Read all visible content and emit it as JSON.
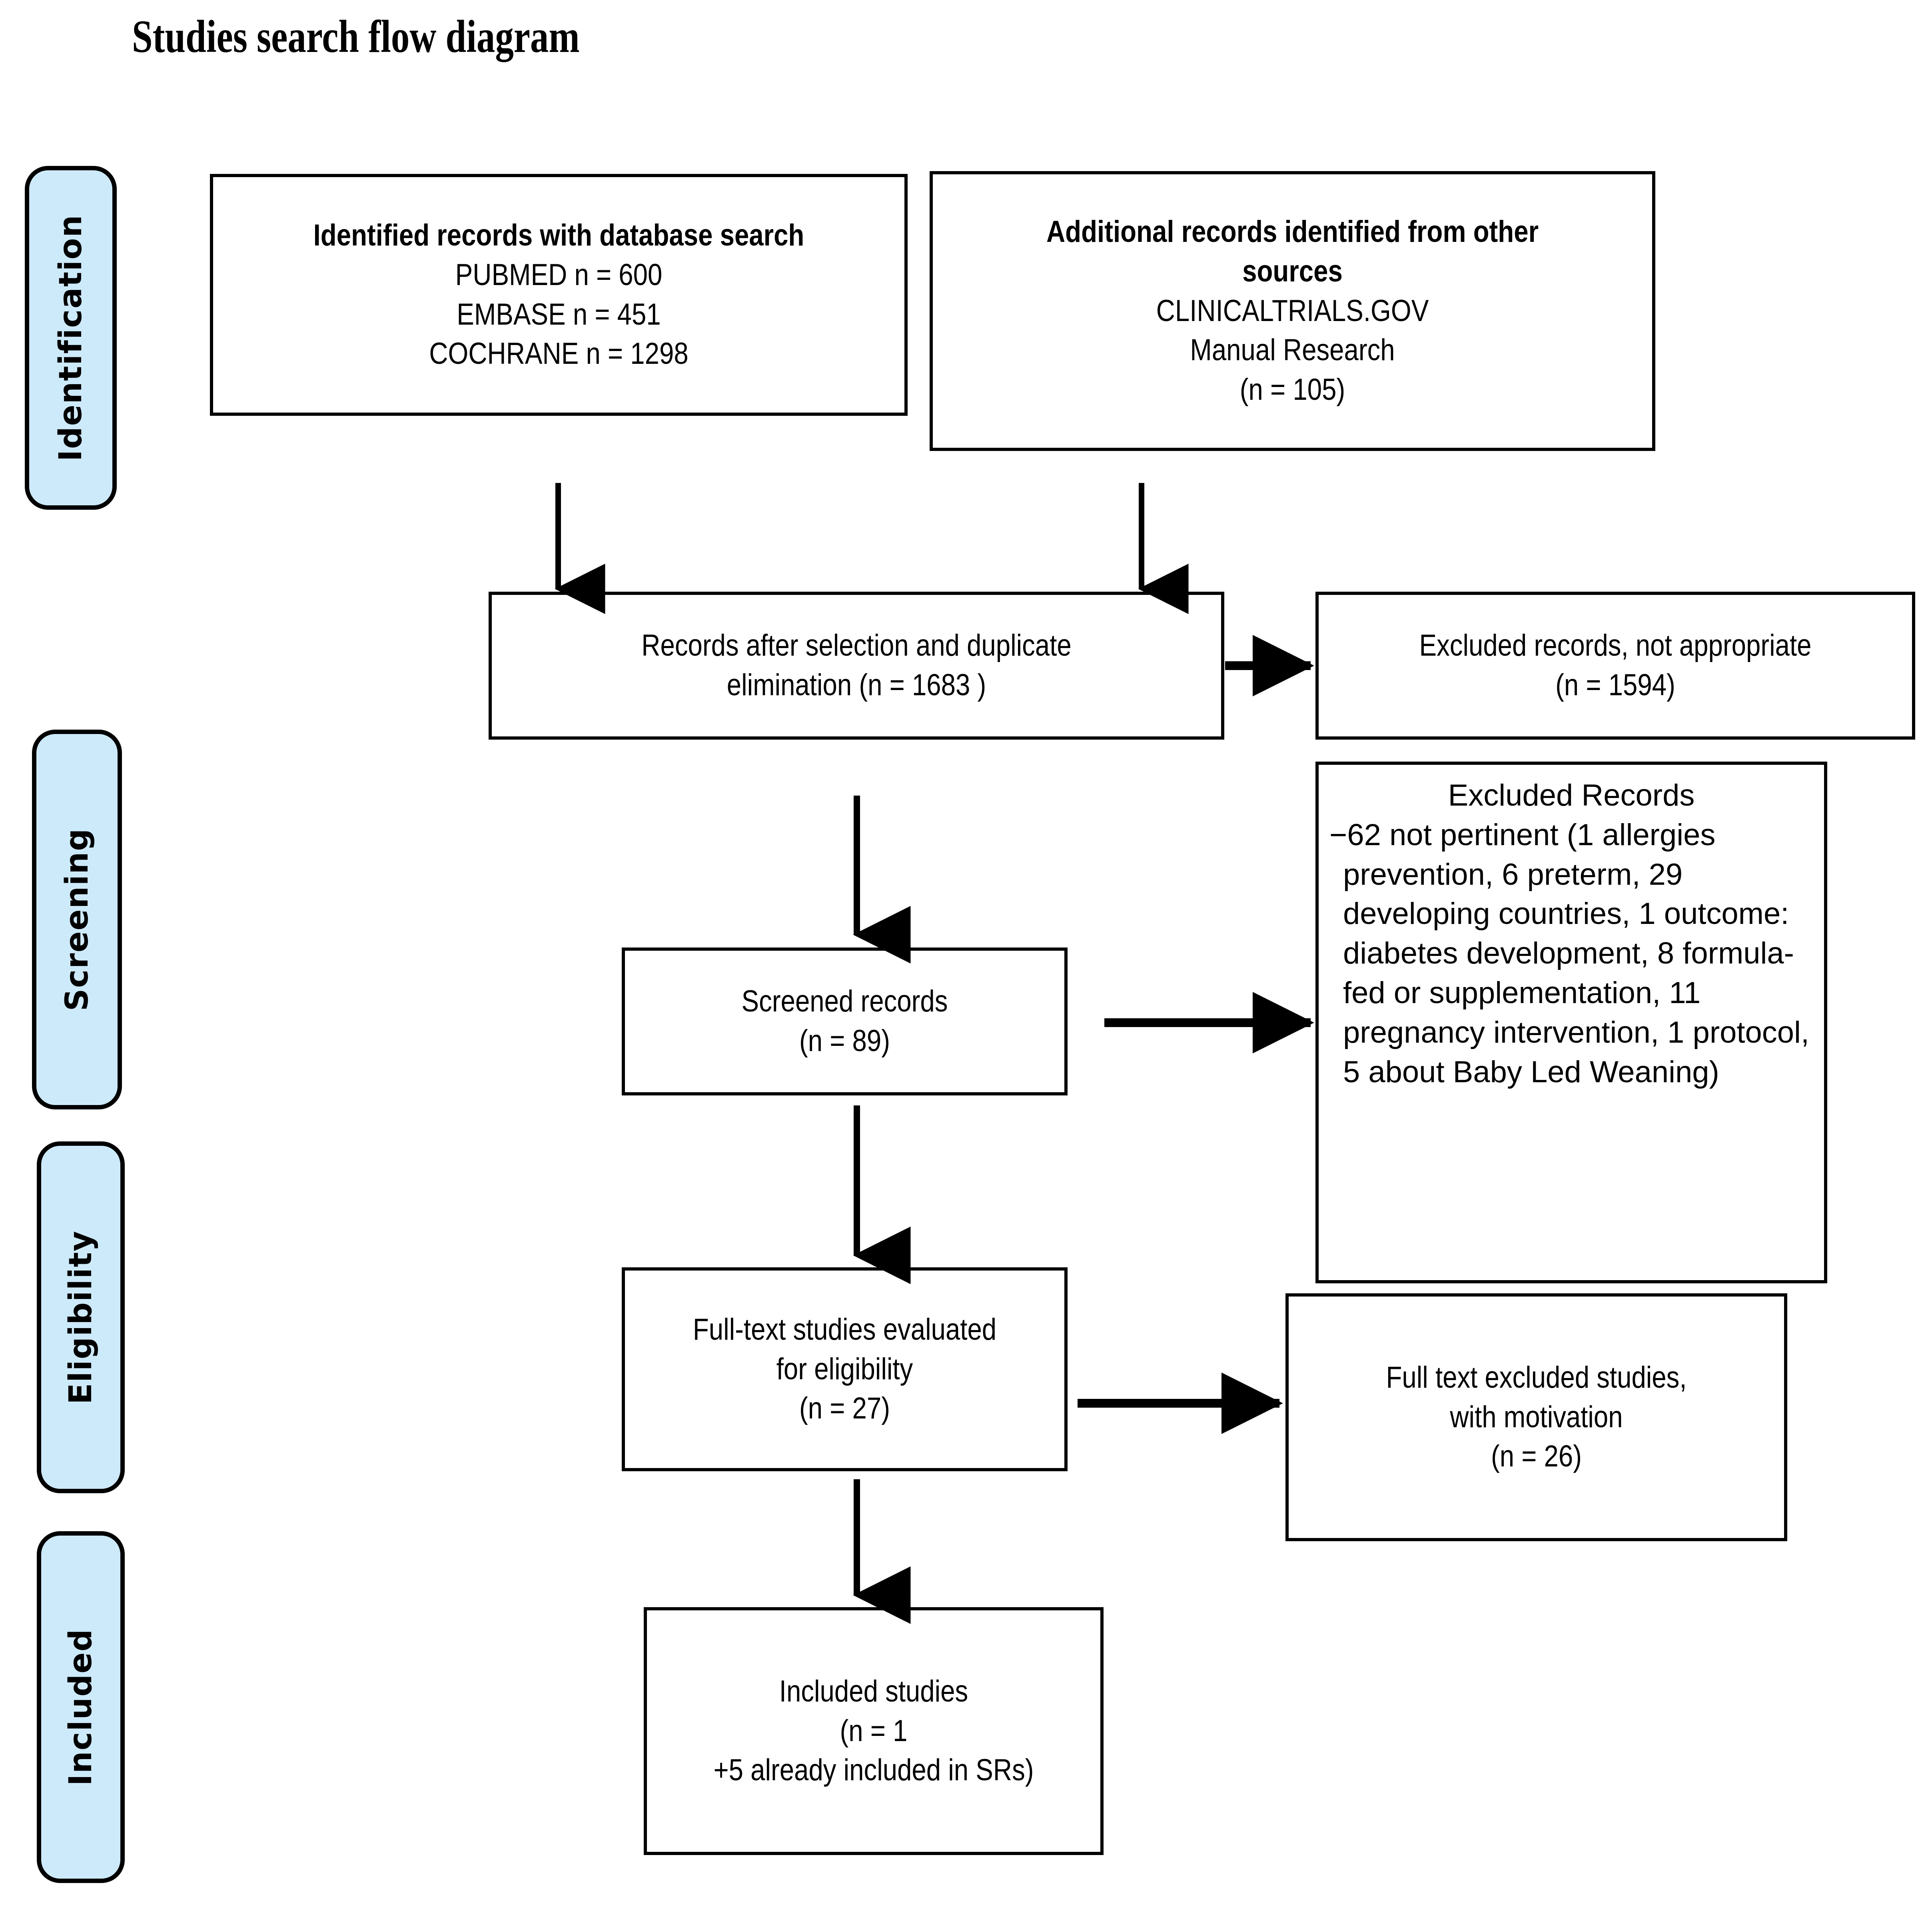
{
  "title": "Studies search flow diagram",
  "stages": [
    {
      "key": "identification",
      "label": "Identification"
    },
    {
      "key": "screening",
      "label": "Screening"
    },
    {
      "key": "eligibility",
      "label": "Eligibility"
    },
    {
      "key": "included",
      "label": "Included"
    }
  ],
  "boxes": {
    "identified_records": {
      "name": "identified-records-database-search",
      "lines": [
        {
          "text": "Identified records with database search",
          "bold": true
        },
        {
          "text": "PUBMED n = 600",
          "bold": false
        },
        {
          "text": "EMBASE n = 451",
          "bold": false
        },
        {
          "text": "COCHRANE n = 1298",
          "bold": false
        }
      ]
    },
    "additional_records": {
      "name": "additional-records-other-sources",
      "lines": [
        {
          "text": "Additional records identified from other",
          "bold": true
        },
        {
          "text": "sources",
          "bold": true
        },
        {
          "text": "CLINICALTRIALS.GOV",
          "bold": false
        },
        {
          "text": "Manual Research",
          "bold": false
        },
        {
          "text": "(n = 105)",
          "bold": false
        }
      ]
    },
    "records_after_dedup": {
      "name": "records-after-selection-duplicate-elimination",
      "lines": [
        {
          "text": "Records after selection and duplicate",
          "bold": false
        },
        {
          "text": "elimination (n = 1683 )",
          "bold": false
        }
      ]
    },
    "excluded_not_appropriate": {
      "name": "excluded-records-not-appropriate",
      "lines": [
        {
          "text": "Excluded records, not appropriate",
          "bold": false
        },
        {
          "text": "(n = 1594)",
          "bold": false
        }
      ]
    },
    "screened_records": {
      "name": "screened-records",
      "lines": [
        {
          "text": "Screened records",
          "bold": false
        },
        {
          "text": "(n = 89)",
          "bold": false
        }
      ]
    },
    "excluded_records_detail": {
      "name": "excluded-records-detail",
      "heading": "Excluded Records",
      "body": "−62 not pertinent (1 allergies prevention, 6 preterm, 29 developing countries, 1 outcome: diabetes development, 8 formula-fed or supplementation, 11 pregnancy intervention, 1 protocol, 5 about Baby Led Weaning)"
    },
    "full_text_evaluated": {
      "name": "full-text-studies-evaluated-for-eligibility",
      "lines": [
        {
          "text": "Full-text studies evaluated",
          "bold": false
        },
        {
          "text": "for eligibility",
          "bold": false
        },
        {
          "text": "(n = 27)",
          "bold": false
        }
      ]
    },
    "full_text_excluded": {
      "name": "full-text-excluded-studies-with-motivation",
      "lines": [
        {
          "text": "Full text excluded studies,",
          "bold": false
        },
        {
          "text": "with motivation",
          "bold": false
        },
        {
          "text": "(n = 26)",
          "bold": false
        }
      ]
    },
    "included_studies": {
      "name": "included-studies",
      "lines": [
        {
          "text": "Included studies",
          "bold": false
        },
        {
          "text": "(n = 1",
          "bold": false
        },
        {
          "text": "+5 already included in SRs)",
          "bold": false
        }
      ]
    }
  },
  "counts": {
    "pubmed": 600,
    "embase": 451,
    "cochrane": 1298,
    "other_sources": 105,
    "after_dedup": 1683,
    "excluded_not_appropriate": 1594,
    "screened": 89,
    "full_text_evaluated": 27,
    "full_text_excluded": 26,
    "included": 1,
    "already_included_in_srs": 5
  },
  "colors": {
    "stage_pill_fill": "#cdeafb",
    "stroke": "#000000",
    "box_fill": "#ffffff"
  }
}
